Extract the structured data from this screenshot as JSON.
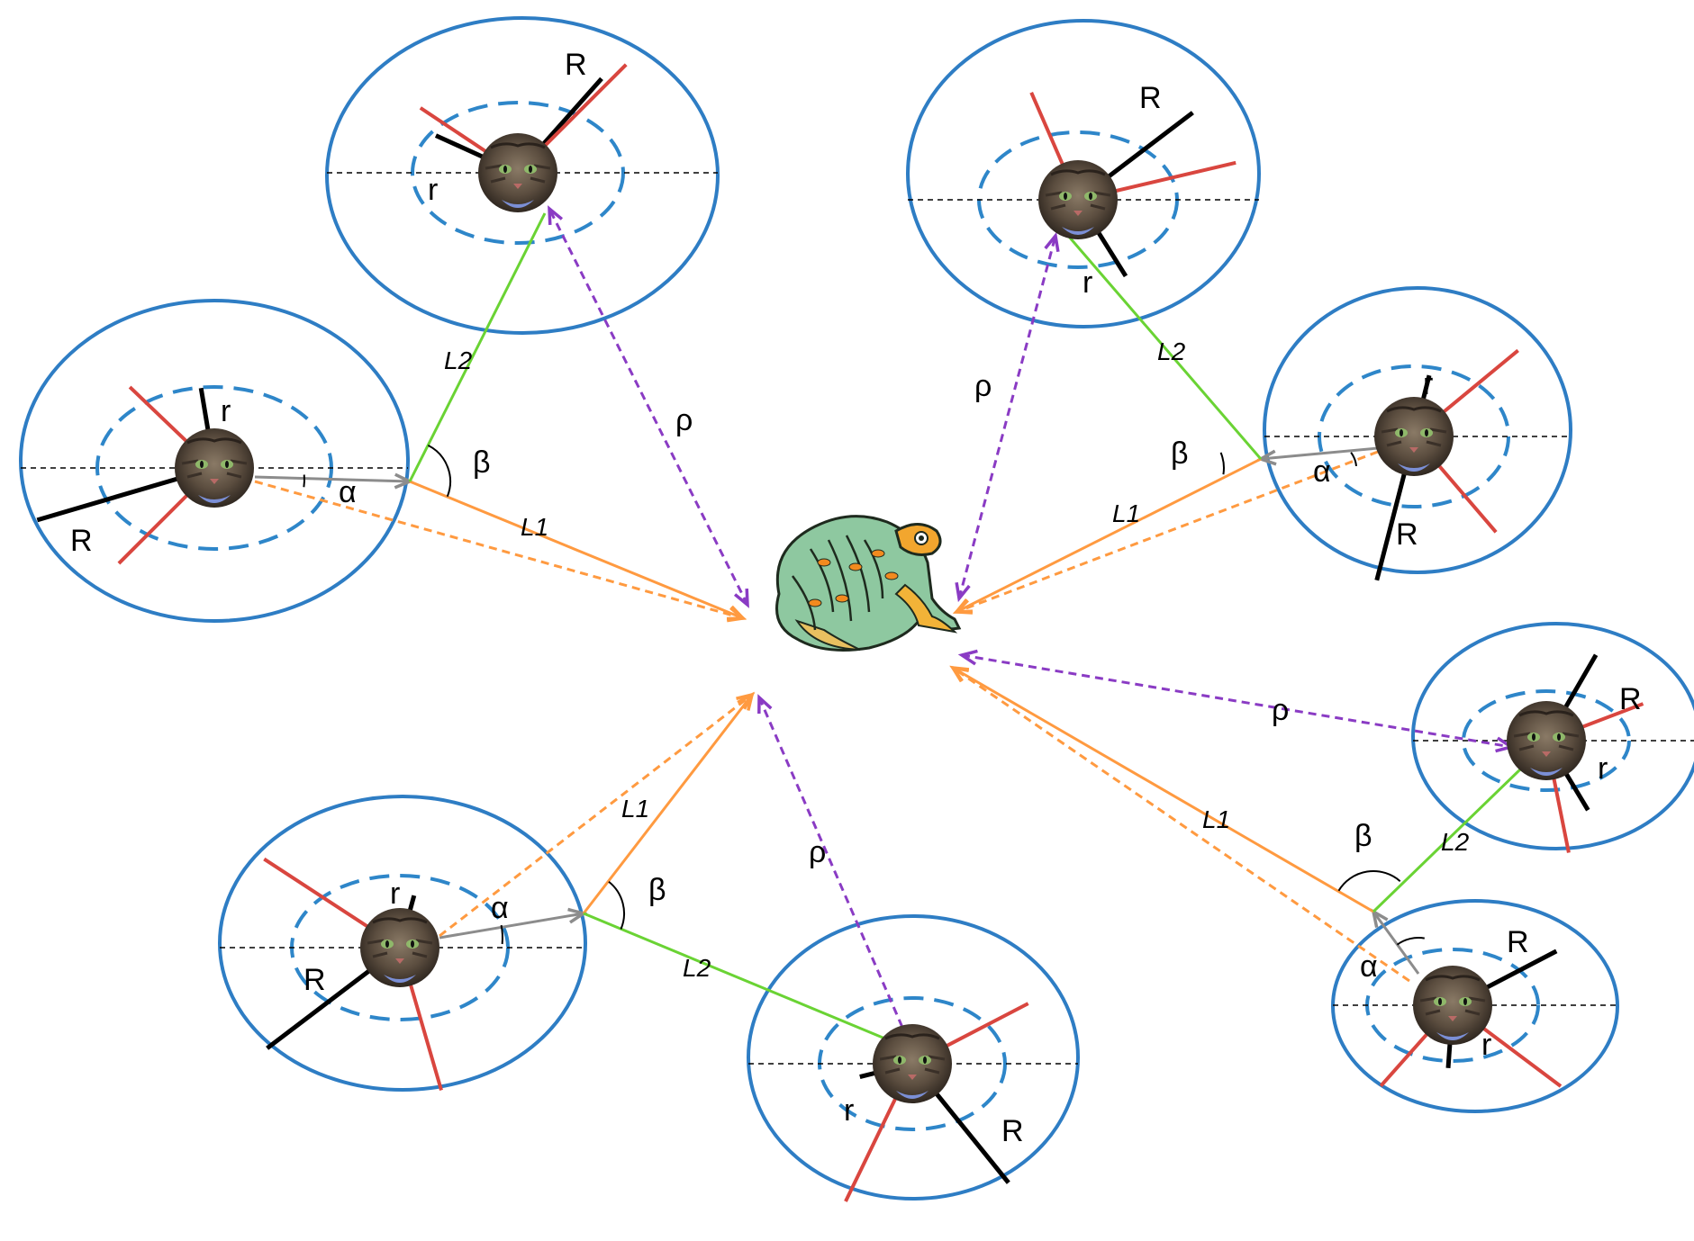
{
  "labels": {
    "R": "R",
    "r": "r",
    "alpha": "α",
    "beta": "β",
    "rho": "ρ",
    "L1": "L1",
    "L2": "L2"
  },
  "colors": {
    "outer_circle": "#2e7dc4",
    "inner_circle": "#2e86c9",
    "radius_R": "#000000",
    "radius_red": "#d9463f",
    "L1": "#ff9a40",
    "L2": "#6ad334",
    "rho": "#8a3bc4",
    "alpha_arrow": "#8c8c8c",
    "axis": "#000000"
  },
  "icons": {
    "agent": "cat-face-icon",
    "prey": "frog-icon"
  }
}
